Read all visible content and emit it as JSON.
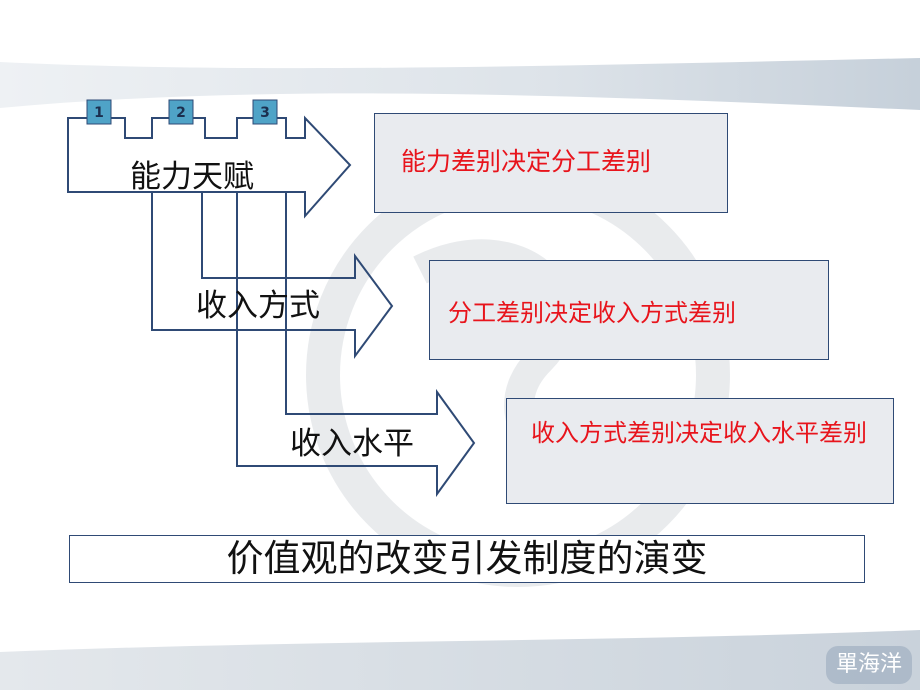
{
  "diagram": {
    "flow_numbers": [
      "1",
      "2",
      "3"
    ],
    "arrows": [
      {
        "label": "能力天赋"
      },
      {
        "label": "收入方式"
      },
      {
        "label": "收入水平"
      }
    ],
    "boxes": [
      {
        "text": "能力差别决定分工差别"
      },
      {
        "text": "分工差别决定收入方式差别"
      },
      {
        "text": "收入方式差别决定收入水平差别"
      }
    ],
    "title": "价值观的改变引发制度的演变"
  },
  "colors": {
    "box_text": "#e8141c",
    "outline": "#2f4a75",
    "number_badge": "#4fa3c7",
    "box_fill": "#e9ebef"
  },
  "watermark": {
    "text": "單海洋"
  }
}
